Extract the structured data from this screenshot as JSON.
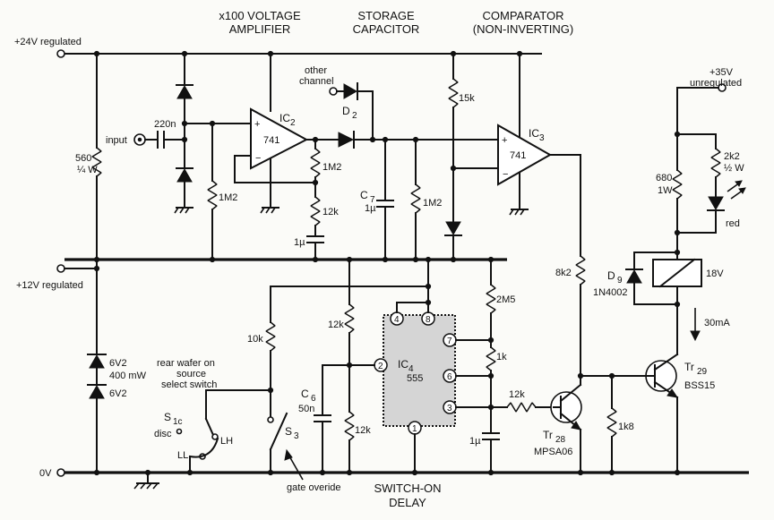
{
  "headings": {
    "amplifier": [
      "x100 VOLTAGE",
      "AMPLIFIER"
    ],
    "storage": [
      "STORAGE",
      "CAPACITOR"
    ],
    "comparator": [
      "COMPARATOR",
      "(NON-INVERTING)"
    ],
    "switch_on": [
      "SWITCH-ON",
      "DELAY"
    ]
  },
  "rails": {
    "v24": "+24V regulated",
    "v12": "+12V regulated",
    "v0": "0V",
    "v35": [
      "+35V",
      "unregulated"
    ]
  },
  "input_label": "input",
  "other_channel": [
    "other",
    "channel"
  ],
  "ics": {
    "ic2": {
      "name": "IC",
      "sub": "2",
      "part": "741"
    },
    "ic3": {
      "name": "IC",
      "sub": "3",
      "part": "741"
    },
    "ic4": {
      "name": "IC",
      "sub": "4",
      "part": "555"
    }
  },
  "pins555": [
    "4",
    "8",
    "7",
    "2",
    "6",
    "3",
    "1"
  ],
  "components": {
    "c_220n": "220n",
    "r_560": [
      "560",
      "¼ W"
    ],
    "r_1m2_in": "1M2",
    "r_1m2_fb": "1M2",
    "r_12k_a": "12k",
    "c_1u_a": "1µ",
    "d2": {
      "name": "D",
      "sub": "2"
    },
    "c7": {
      "name": "C",
      "sub": "7",
      "value": "1µ"
    },
    "r_1m2_st": "1M2",
    "r_15k": "15k",
    "r_10k": "10k",
    "r_12k_b": "12k",
    "r_12k_c": "12k",
    "c6": {
      "name": "C",
      "sub": "6",
      "value": "50n"
    },
    "r_2m5": "2M5",
    "r_1k": "1k",
    "c_1u_b": "1µ",
    "r_12k_d": "12k",
    "r_8k2": "8k2",
    "r_680": [
      "680",
      "1W"
    ],
    "r_2k2": [
      "2k2",
      "½ W"
    ],
    "led": "red",
    "d9": {
      "name": "D",
      "sub": "9",
      "part": "1N4002"
    },
    "relay": "18V",
    "current": "30mA",
    "tr28": {
      "name": "Tr",
      "sub": "28",
      "part": "MPSA06"
    },
    "tr29": {
      "name": "Tr",
      "sub": "29",
      "part": "BSS15"
    },
    "r_1k8": "1k8",
    "zener1": [
      "6V2",
      "400 mW"
    ],
    "zener2": "6V2",
    "s1c": {
      "name": "S",
      "sub": "1c"
    },
    "s3": {
      "name": "S",
      "sub": "3"
    },
    "wafer": [
      "rear wafer on",
      "source",
      "select switch"
    ],
    "disc": "disc",
    "ll": "LL",
    "lh": "LH",
    "gate": "gate overide"
  }
}
